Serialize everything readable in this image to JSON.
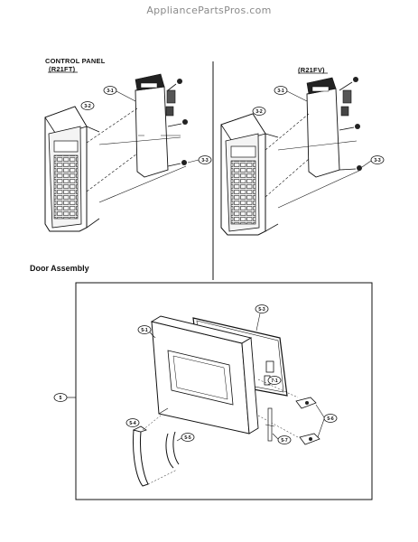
{
  "watermark": "AppliancePartsPros.com",
  "panels": {
    "left_title_line1": "CONTROL PANEL",
    "left_title_line2": "(R21FT)",
    "right_title": "(R21FV)"
  },
  "door": {
    "title": "Door Assembly"
  },
  "callouts": {
    "left_3_2": "3-2",
    "left_3_1": "3-1",
    "left_3_3": "3-3",
    "right_3_2": "3-2",
    "right_3_1": "3-1",
    "right_3_3": "3-3",
    "door_5": "5",
    "door_5_1": "5-1",
    "door_5_3": "5-3",
    "door_7_1": "7-1",
    "door_5_4": "5-4",
    "door_5_5": "5-5",
    "door_5_6": "5-6",
    "door_5_7": "5-7"
  }
}
